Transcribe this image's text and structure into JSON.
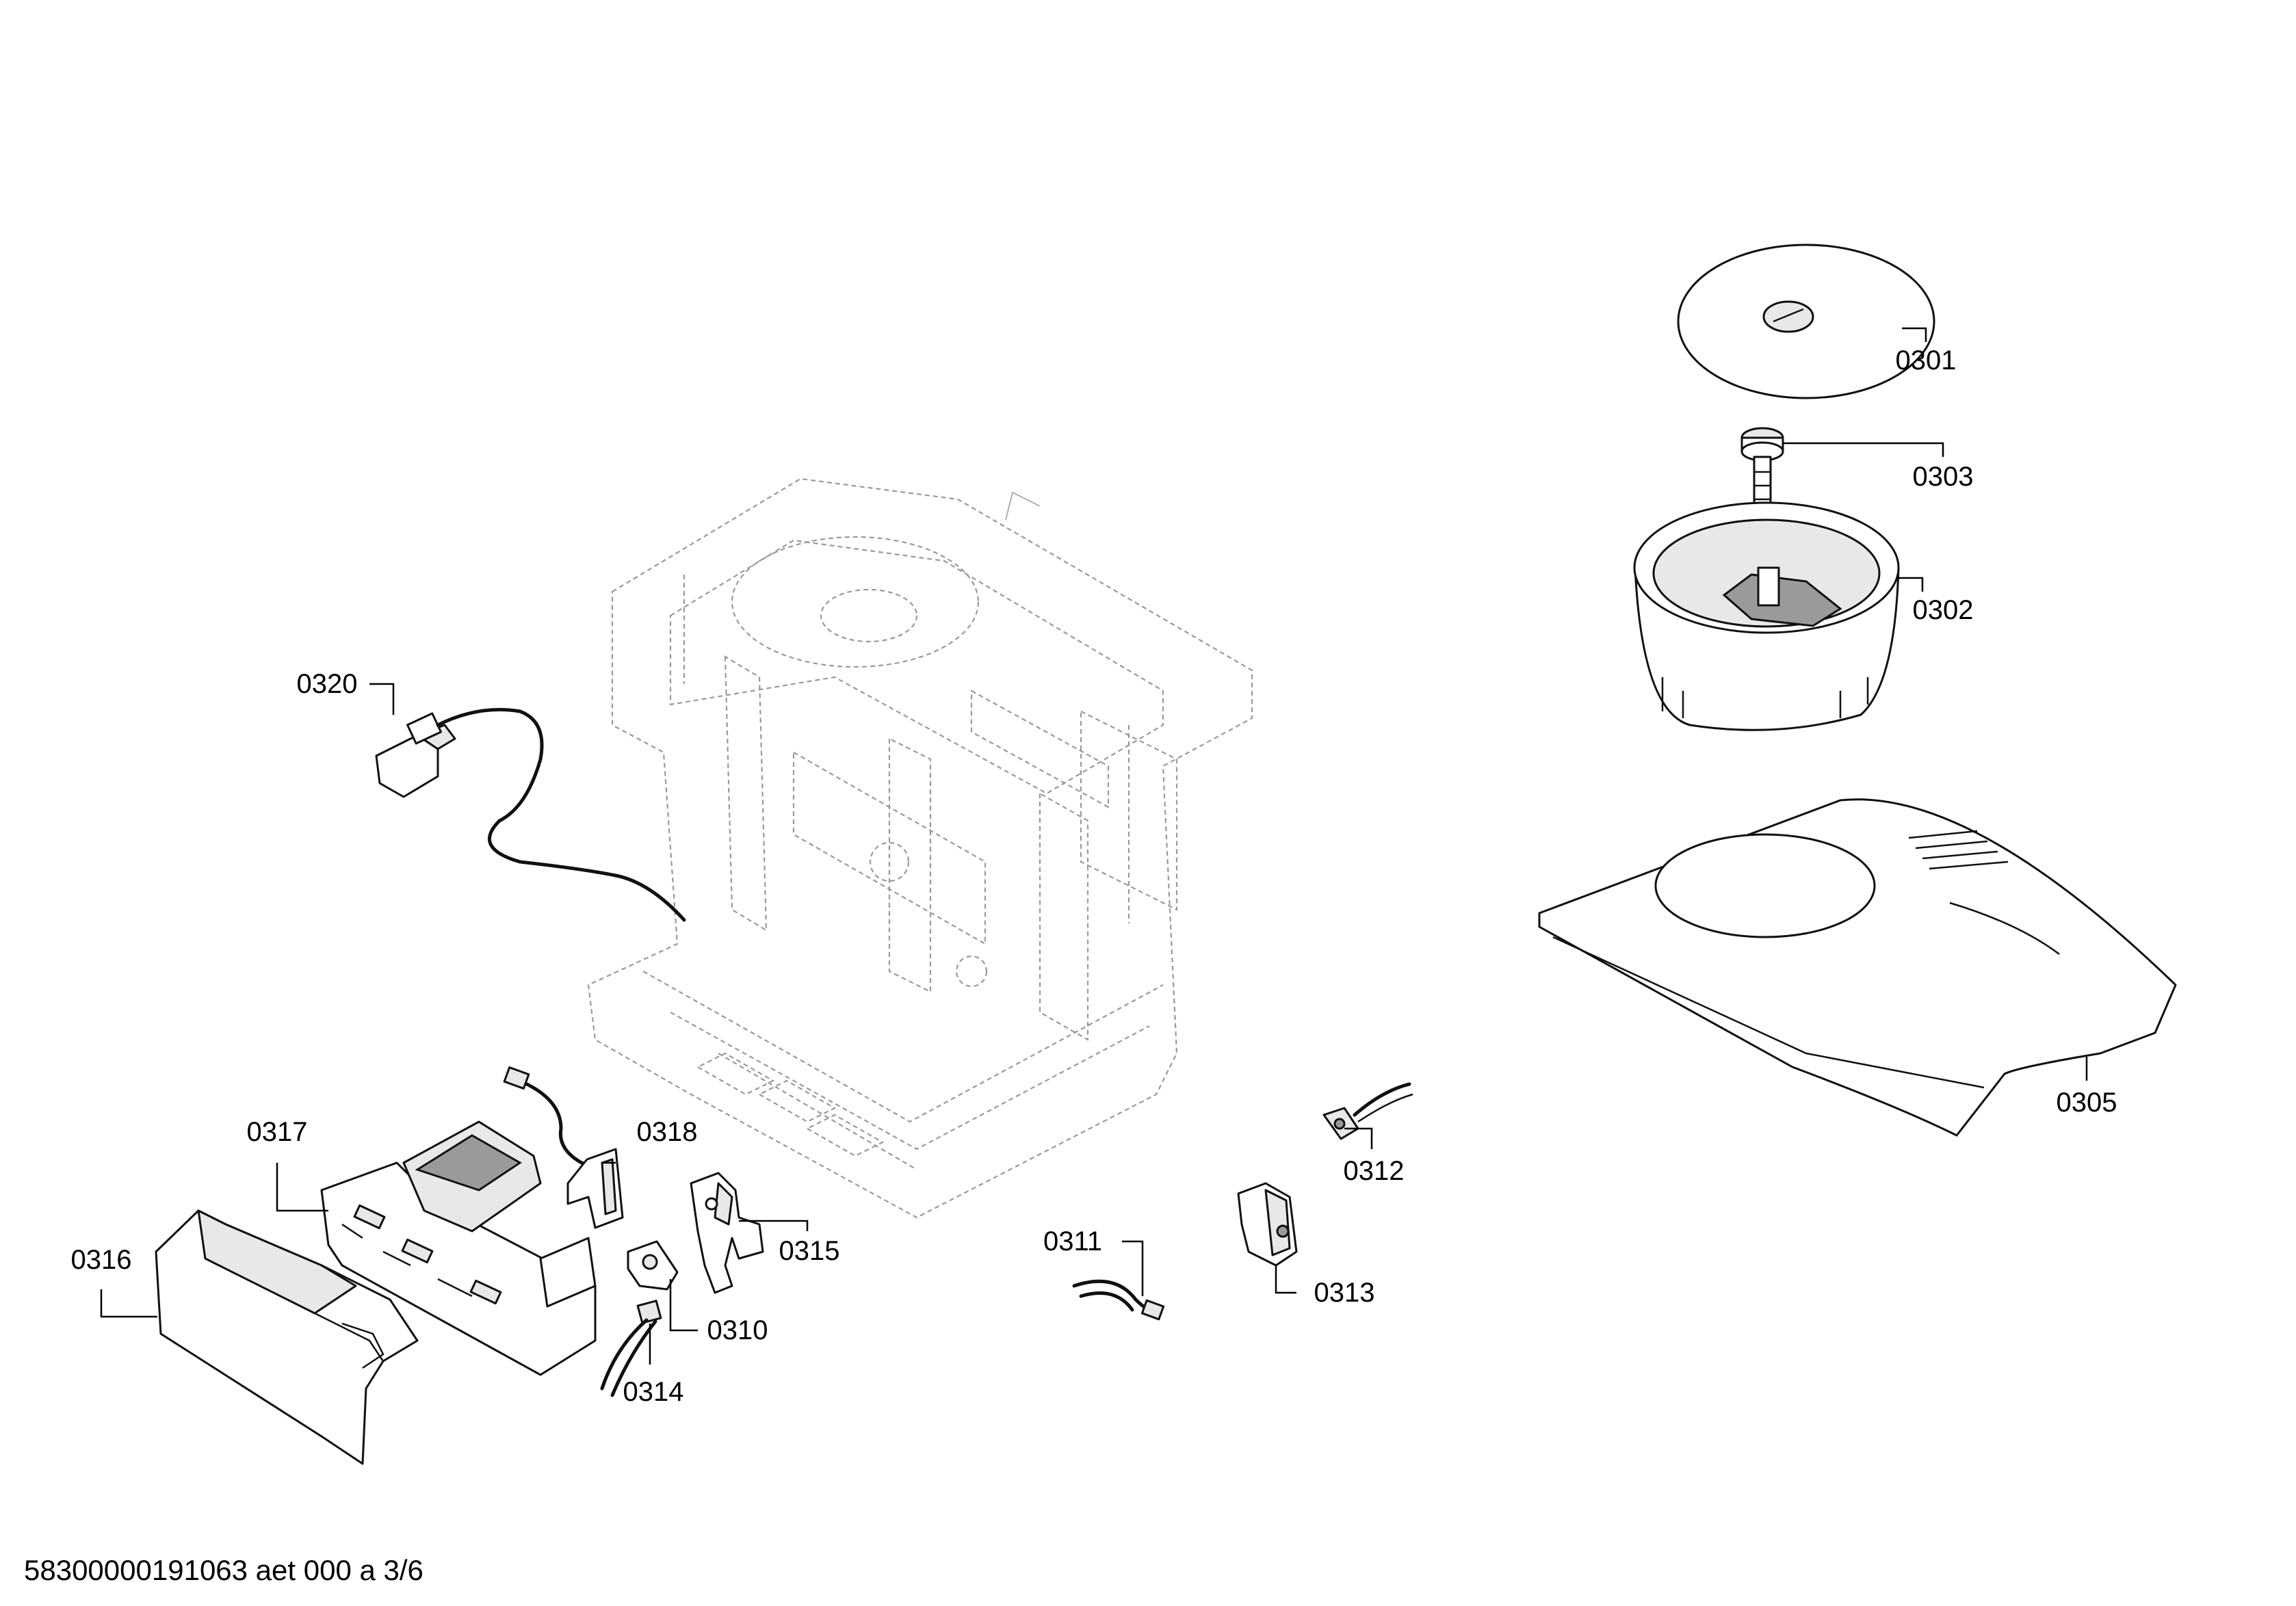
{
  "callouts": {
    "c0301": "0301",
    "c0302": "0302",
    "c0303": "0303",
    "c0305": "0305",
    "c0310": "0310",
    "c0311": "0311",
    "c0312": "0312",
    "c0313": "0313",
    "c0314": "0314",
    "c0315": "0315",
    "c0316": "0316",
    "c0317": "0317",
    "c0318": "0318",
    "c0320": "0320"
  },
  "footer": {
    "doc_id": "58300000191063 aet 000 a 3/6"
  }
}
